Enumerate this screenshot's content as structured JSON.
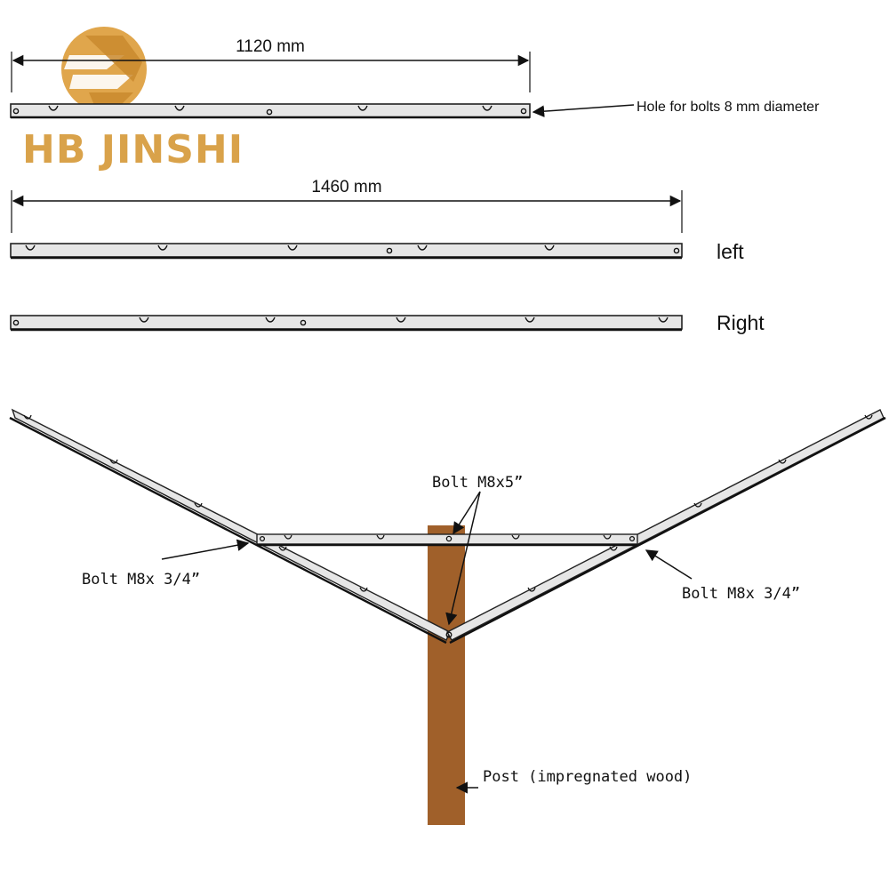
{
  "logo": {
    "brand": "HB JINSHI",
    "gold": "#d9a24a"
  },
  "dimensions": {
    "top_length": "1120 mm",
    "long_length": "1460 mm"
  },
  "labels": {
    "hole_note": "Hole for bolts 8 mm diameter",
    "left": "left",
    "right": "Right",
    "bolt_center": "Bolt M8x5”",
    "bolt_left": "Bolt M8x 3/4”",
    "bolt_right": "Bolt M8x 3/4”",
    "post": "Post (impregnated wood)"
  },
  "colors": {
    "bar_fill": "#e6e6e6",
    "bar_stroke": "#222222",
    "post": "#a0602a",
    "ink": "#111111"
  }
}
